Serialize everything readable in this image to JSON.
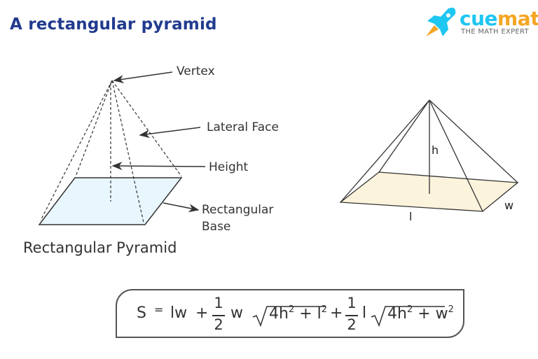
{
  "title": "A rectangular pyramid",
  "logo": {
    "name_part1": "cue",
    "name_part2": "math",
    "tagline": "THE MATH EXPERT",
    "colors": {
      "cue": "#1ec6f2",
      "math": "#f5a623"
    }
  },
  "left_diagram": {
    "labels": {
      "vertex": "Vertex",
      "lateral_face": "Lateral Face",
      "height": "Height",
      "base_line1": "Rectangular",
      "base_line2": "Base"
    },
    "caption": "Rectangular Pyramid",
    "base_color": "#e8f6fd"
  },
  "right_diagram": {
    "labels": {
      "h": "h",
      "l": "l",
      "w": "w"
    },
    "base_color": "#fcf3dc"
  },
  "formula": {
    "S": "S",
    "eq": "=",
    "lw": "lw",
    "plus": "+",
    "one": "1",
    "two": "2",
    "w": "w",
    "l": "l",
    "rad1": "4h",
    "sq": "2",
    "rad1_b": "l",
    "rad2_b": "w"
  }
}
